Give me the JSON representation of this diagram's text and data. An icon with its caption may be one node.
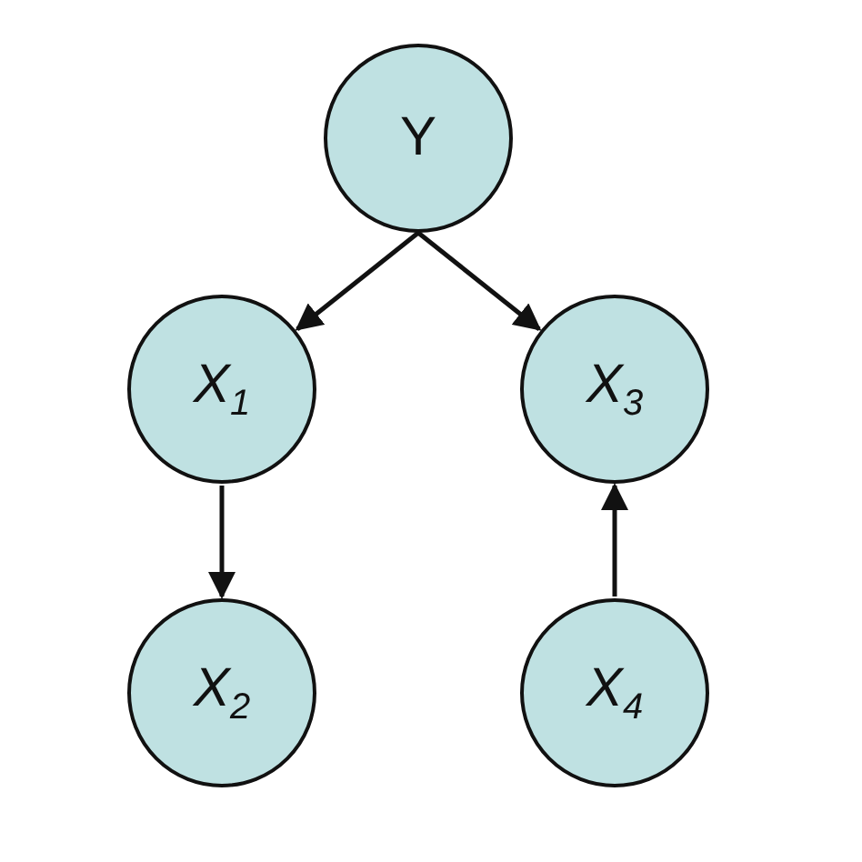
{
  "diagram": {
    "nodes": [
      {
        "text": [
          "Y"
        ]
      },
      {
        "text": [
          "X$_{1}$"
        ]
      },
      {
        "text": [
          "X$_{3}$"
        ]
      },
      {
        "text": [
          "X$_{2}$"
        ]
      },
      {
        "text": [
          "X$_{4}$"
        ]
      }
    ],
    "edges": [
      {
        "from": 0,
        "to": 1,
        "arrow": "to"
      },
      {
        "from": 0,
        "to": 2,
        "arrow": "to"
      },
      {
        "from": 1,
        "to": 3,
        "arrow": "to"
      },
      {
        "from": 4,
        "to": 2,
        "arrow": "to"
      }
    ]
  }
}
